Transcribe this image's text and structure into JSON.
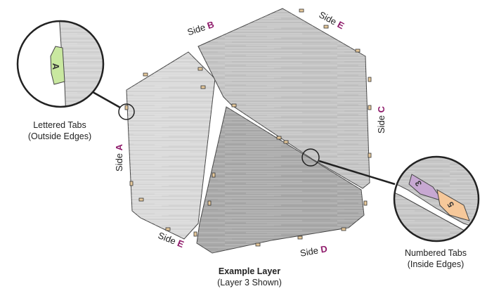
{
  "sides": {
    "word": "Side",
    "a": "A",
    "b": "B",
    "c": "C",
    "d": "D",
    "e": "E"
  },
  "callouts": {
    "lettered": {
      "line1": "Lettered Tabs",
      "line2": "(Outside Edges)",
      "tab_letter": "A"
    },
    "numbered": {
      "line1": "Numbered Tabs",
      "line2": "(Inside Edges)",
      "tab1_number": "3",
      "tab2_number": "5"
    }
  },
  "caption": {
    "title": "Example Layer",
    "subtitle": "(Layer 3 Shown)"
  },
  "colors": {
    "accent": "#8e1a6a",
    "panel_light": "#d9d9d9",
    "panel_mid": "#c4c4c4",
    "panel_dark": "#a9a9a9",
    "tab_green": "#c9e8a0",
    "tab_purple": "#c7a8d2",
    "tab_orange": "#f6c89a"
  }
}
